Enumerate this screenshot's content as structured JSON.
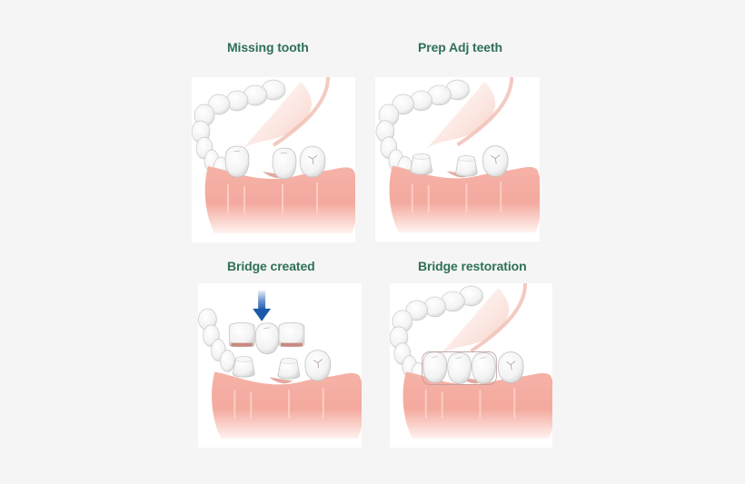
{
  "colors": {
    "background": "#f5f5f5",
    "label_text": "#2e7055",
    "gum": "#f4a99e",
    "gum_dark": "#d98478",
    "tooth": "#fbfbfb",
    "tooth_shadow": "#dcdcdc",
    "arrow": "#1a5aa8"
  },
  "panels": [
    {
      "label": "Missing tooth",
      "illustration": "missing-tooth-icon"
    },
    {
      "label": "Prep Adj teeth",
      "illustration": "prepared-adjacent-teeth-icon"
    },
    {
      "label": "Bridge created",
      "illustration": "bridge-created-icon"
    },
    {
      "label": "Bridge restoration",
      "illustration": "bridge-restoration-icon"
    }
  ]
}
